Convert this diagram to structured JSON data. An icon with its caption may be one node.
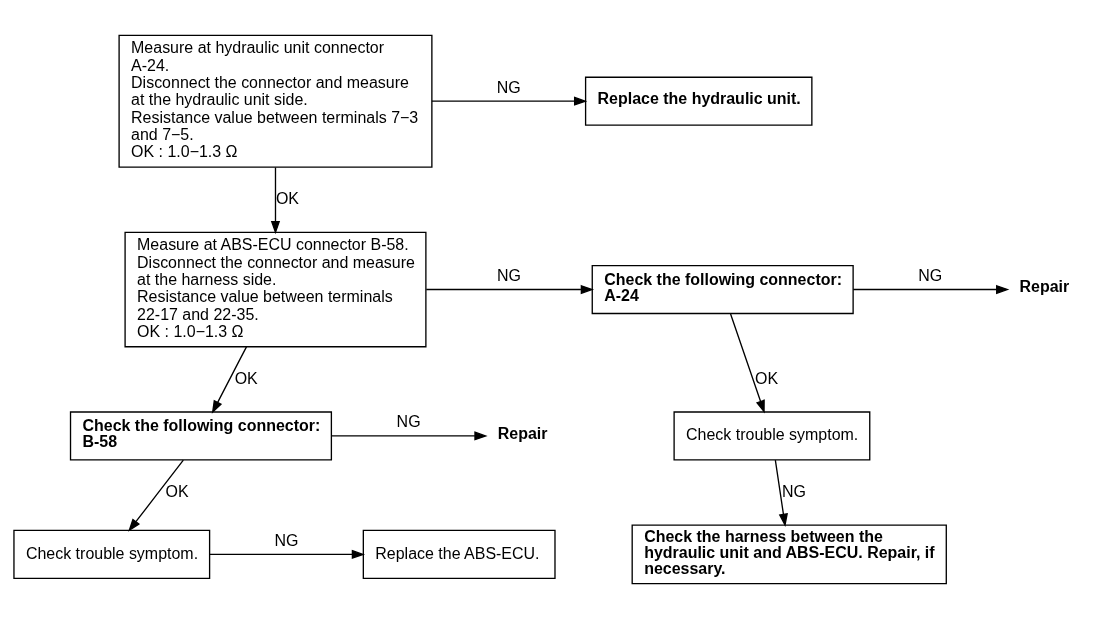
{
  "diagram": {
    "nodes": [
      {
        "text": [
          "Measure at hydraulic unit connector A-24.",
          "Disconnect the connector and measure at the hydraulic unit side.",
          "Resistance value between terminals 7−3 and 7−5.",
          "OK : 1.0−1.3 Ω"
        ]
      },
      {
        "text": [
          "Replace the hydraulic unit."
        ]
      },
      {
        "text": [
          "Measure at ABS-ECU connector B-58.",
          "Disconnect the connector and measure at the harness side.",
          "Resistance value between terminals 22-17 and 22-35.",
          "OK : 1.0−1.3 Ω"
        ]
      },
      {
        "text": [
          "Check the following connector:",
          "A-24"
        ]
      },
      {
        "text": [
          "Repair"
        ]
      },
      {
        "text": [
          "Check trouble symptom."
        ]
      },
      {
        "text": [
          "Check the harness between the hydraulic unit and ABS-ECU. Repair, if necessary."
        ]
      },
      {
        "text": [
          "Check the following connector:",
          "B-58"
        ]
      },
      {
        "text": [
          "Repair"
        ]
      },
      {
        "text": [
          "Check trouble symptom."
        ]
      },
      {
        "text": [
          "Replace the ABS-ECU."
        ]
      }
    ],
    "edges": [
      {
        "from": 0,
        "to": 1,
        "arrow": "to",
        "label": "NG"
      },
      {
        "from": 0,
        "to": 2,
        "arrow": "to",
        "label": "OK"
      },
      {
        "from": 2,
        "to": 3,
        "arrow": "to",
        "label": "NG"
      },
      {
        "from": 3,
        "to": 4,
        "arrow": "to",
        "label": "NG"
      },
      {
        "from": 3,
        "to": 5,
        "arrow": "to",
        "label": "OK"
      },
      {
        "from": 5,
        "to": 6,
        "arrow": "to",
        "label": "NG"
      },
      {
        "from": 2,
        "to": 7,
        "arrow": "to",
        "label": "OK"
      },
      {
        "from": 7,
        "to": 8,
        "arrow": "to",
        "label": "NG"
      },
      {
        "from": 7,
        "to": 9,
        "arrow": "to",
        "label": "OK"
      },
      {
        "from": 9,
        "to": 10,
        "arrow": "to",
        "label": "NG"
      }
    ]
  }
}
